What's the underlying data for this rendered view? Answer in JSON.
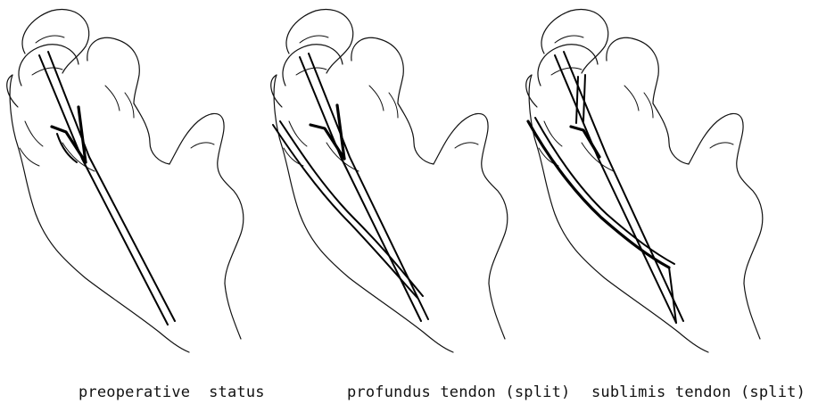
{
  "captions": {
    "panel_1": "preoperative  status",
    "panel_2": "profundus tendon (split)",
    "panel_3": "sublimis tendon (split)"
  }
}
